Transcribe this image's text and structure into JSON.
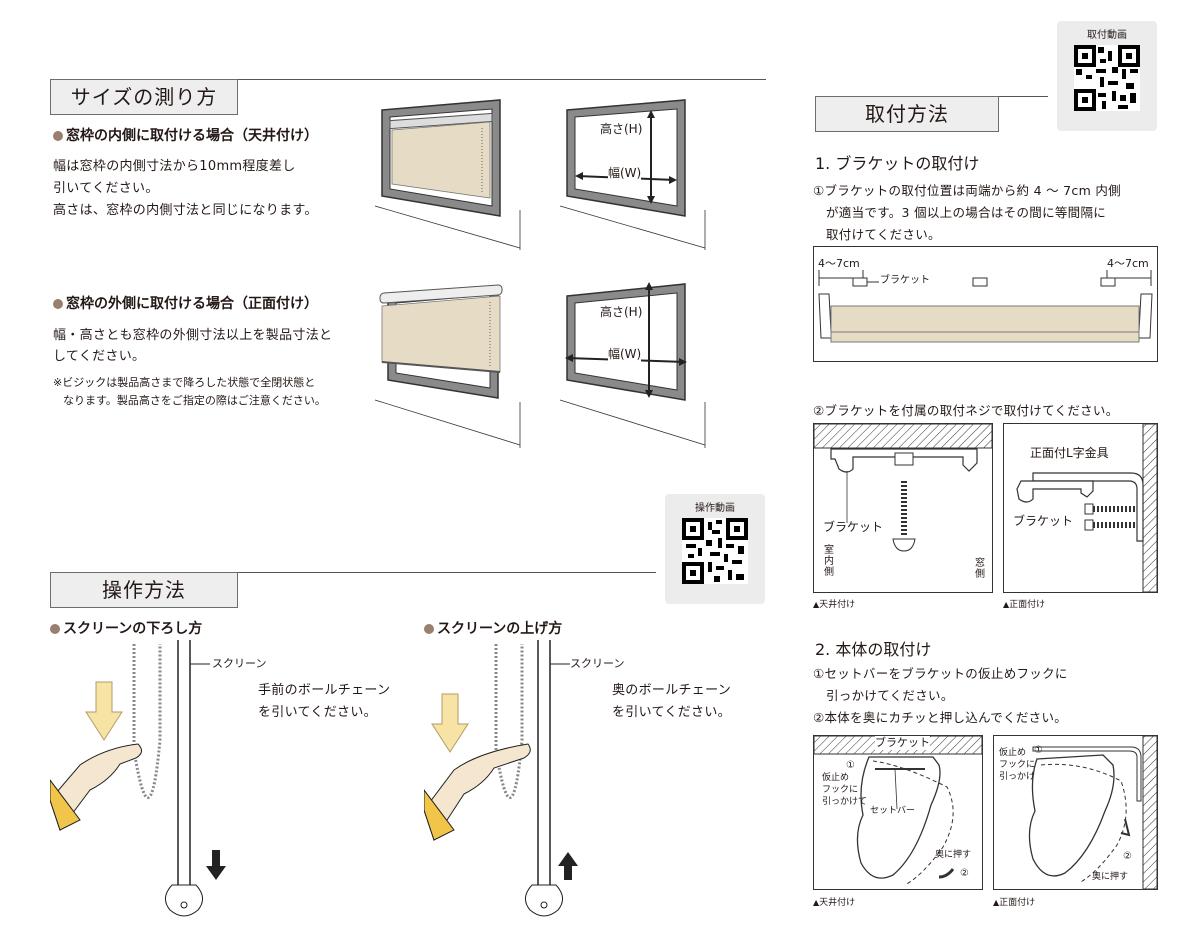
{
  "measure": {
    "title": "サイズの測り方",
    "inside": {
      "heading": "窓枠の内側に取付ける場合（天井付け）",
      "line1": "幅は窓枠の内側寸法から10mm程度差し",
      "line2": "引いてください。",
      "line3": "高さは、窓枠の内側寸法と同じになります。"
    },
    "outside": {
      "heading": "窓枠の外側に取付ける場合（正面付け）",
      "line1": "幅・高さとも窓枠の外側寸法以上を製品寸法と",
      "line2": "してください。",
      "note1": "※ビジックは製品高さまで降ろした状態で全閉状態と",
      "note2": "なります。製品高さをご指定の際はご注意ください。"
    },
    "height_label": "高さ(H)",
    "width_label": "幅(W)"
  },
  "operation": {
    "title": "操作方法",
    "qr_label": "操作動画",
    "lower": {
      "heading": "スクリーンの下ろし方",
      "screen_label": "スクリーン",
      "line1": "手前のボールチェーン",
      "line2": "を引いてください。"
    },
    "raise": {
      "heading": "スクリーンの上げ方",
      "screen_label": "スクリーン",
      "line1": "奥のボールチェーン",
      "line2": "を引いてください。"
    }
  },
  "install": {
    "title": "取付方法",
    "qr_label": "取付動画",
    "step1": {
      "heading": "1. ブラケットの取付け",
      "line1": "①ブラケットの取付位置は両端から約 4 ～ 7cm 内側",
      "line2": "が適当です。3 個以上の場合はその間に等間隔に",
      "line3": "取付けてください。",
      "dim_left": "4〜7cm",
      "dim_right": "4〜7cm",
      "bracket_label": "ブラケット",
      "line4": "②ブラケットを付属の取付ネジで取付けてください。",
      "ceiling": {
        "bracket": "ブラケット",
        "indoor": "室内側",
        "window": "窓側",
        "caption": "天井付け"
      },
      "front": {
        "l_bracket": "正面付L字金具",
        "bracket": "ブラケット",
        "caption": "正面付け"
      }
    },
    "step2": {
      "heading": "2. 本体の取付け",
      "line1": "①セットバーをブラケットの仮止めフックに",
      "line2": "引っかけてください。",
      "line3": "②本体を奥にカチッと押し込んでください。",
      "ceiling": {
        "bracket": "ブラケット",
        "hook1": "仮止め",
        "hook2": "フックに",
        "hook3": "引っかけて",
        "setbar": "セットバー",
        "push": "奥に押す",
        "n1": "①",
        "n2": "②",
        "caption": "天井付け"
      },
      "front": {
        "hook1": "仮止め",
        "hook2": "フックに",
        "hook3": "引っかけ",
        "push": "奥に押す",
        "n1": "①",
        "n2": "②",
        "caption": "正面付け"
      }
    }
  },
  "colors": {
    "fabric": "#e6dcc6",
    "frame": "#8a8a8a",
    "bullet": "#9a7e6e",
    "arrow": "#f7e3a3",
    "skin": "#f5e6cf",
    "sleeve": "#f1c54a"
  },
  "icons": [
    "qr-code-icon",
    "down-arrow-icon",
    "up-arrow-icon",
    "hand-icon",
    "screw-icon"
  ]
}
